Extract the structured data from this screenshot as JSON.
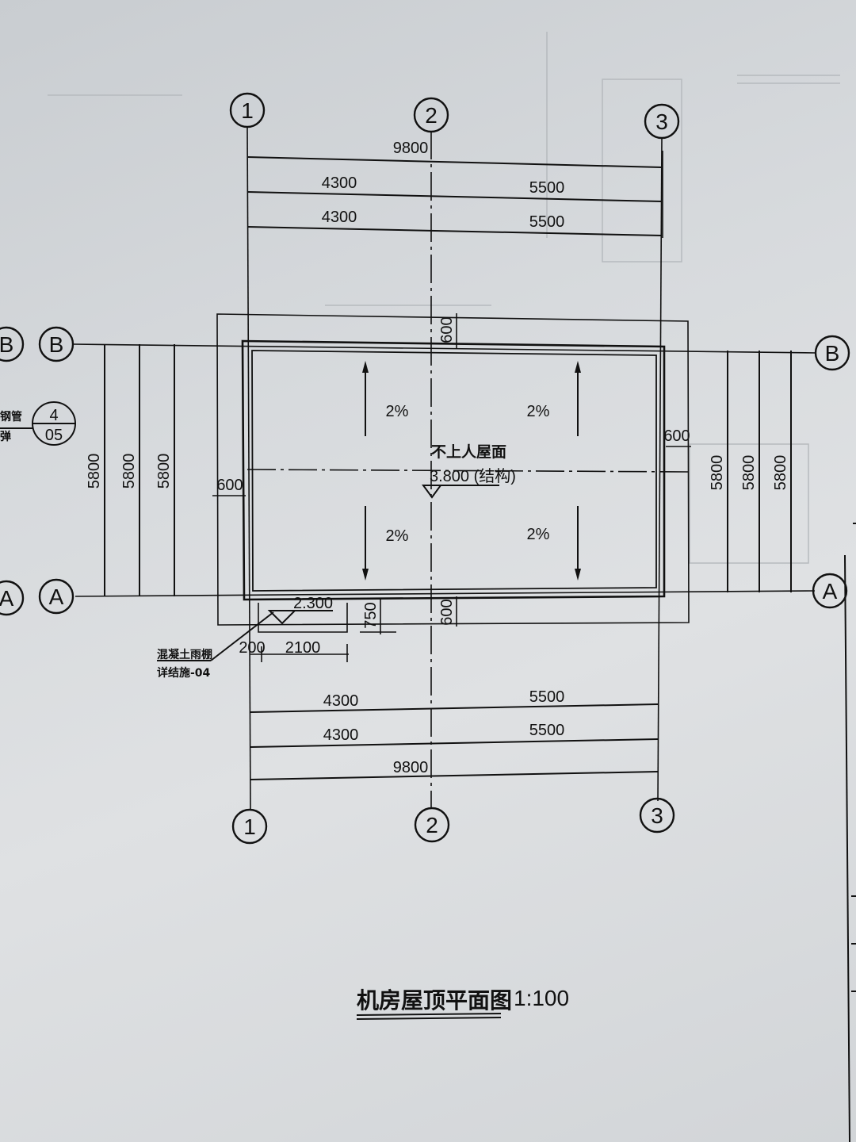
{
  "title": "机房屋顶平面图",
  "scale": "1:100",
  "axes": {
    "top": [
      "1",
      "2",
      "3"
    ],
    "bottom": [
      "1",
      "2",
      "3"
    ],
    "left": [
      "B",
      "A"
    ],
    "left_partial": [
      "B",
      "A"
    ],
    "right": [
      "B",
      "A"
    ]
  },
  "dims": {
    "top_total": "9800",
    "top_row1_left": "4300",
    "top_row1_right": "5500",
    "top_row2_left": "4300",
    "top_row2_right": "5500",
    "bottom_row1_left": "4300",
    "bottom_row1_right": "5500",
    "bottom_row2_left": "4300",
    "bottom_row2_right": "5500",
    "bottom_total": "9800",
    "left_1": "5800",
    "left_2": "5800",
    "left_3": "5800",
    "right_1": "5800",
    "right_2": "5800",
    "right_3": "5800",
    "overhang_top": "600",
    "overhang_right": "600",
    "overhang_left": "600",
    "overhang_bottom": "600",
    "canopy_depth": "750",
    "canopy_offset": "200",
    "canopy_width": "2100"
  },
  "slopes": [
    "2%",
    "2%",
    "2%",
    "2%"
  ],
  "roof": {
    "label": "不上人屋面",
    "elevation": "3.800 (结构)"
  },
  "canopy": {
    "elevation": "2.300",
    "note_line1": "混凝土雨棚",
    "note_line2": "详结施-04"
  },
  "detail_ref": {
    "top": "4",
    "bottom": "05",
    "note_line1": "详钢管",
    "note_line2": "压弹"
  }
}
